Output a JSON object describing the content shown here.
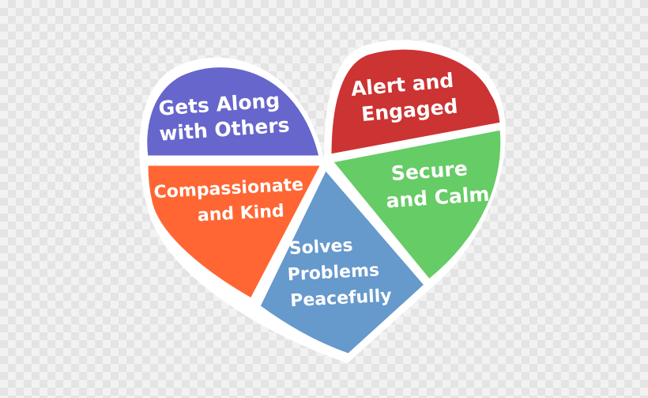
{
  "segments": [
    {
      "id": "gets-along",
      "lines": [
        "Gets Along",
        "with Others"
      ],
      "color": "#6666cc"
    },
    {
      "id": "alert",
      "lines": [
        "Alert and",
        "Engaged"
      ],
      "color": "#cc3333"
    },
    {
      "id": "compassionate",
      "lines": [
        "Compassionate",
        "and Kind"
      ],
      "color": "#ff6633"
    },
    {
      "id": "secure",
      "lines": [
        "Secure",
        "and Calm"
      ],
      "color": "#66cc66"
    },
    {
      "id": "solves",
      "lines": [
        "Solves",
        "Problems",
        "Peacefully"
      ],
      "color": "#6699cc"
    }
  ],
  "outline_color": "#ffffff"
}
